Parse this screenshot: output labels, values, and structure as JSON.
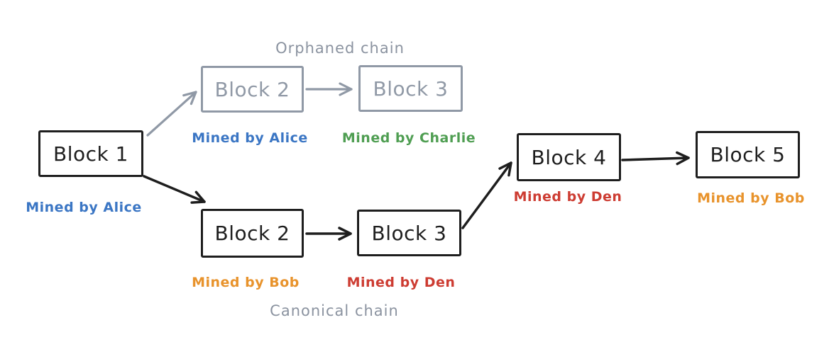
{
  "diagram": {
    "type": "blockchain-fork-diagram",
    "chains": {
      "orphaned_label": "Orphaned chain",
      "canonical_label": "Canonical chain"
    },
    "blocks": [
      {
        "id": "block-1",
        "label": "Block 1",
        "chain": "shared",
        "variant": "black",
        "miner": {
          "text": "Mined by Alice",
          "color": "#3b76c4",
          "color_name": "blue"
        }
      },
      {
        "id": "orphan-block-2",
        "label": "Block 2",
        "chain": "orphaned",
        "variant": "gray",
        "miner": {
          "text": "Mined by Alice",
          "color": "#3b76c4",
          "color_name": "blue"
        }
      },
      {
        "id": "orphan-block-3",
        "label": "Block 3",
        "chain": "orphaned",
        "variant": "gray",
        "miner": {
          "text": "Mined by Charlie",
          "color": "#4f9e52",
          "color_name": "green"
        }
      },
      {
        "id": "canonical-block-2",
        "label": "Block 2",
        "chain": "canonical",
        "variant": "black",
        "miner": {
          "text": "Mined by Bob",
          "color": "#e8932c",
          "color_name": "orange"
        }
      },
      {
        "id": "canonical-block-3",
        "label": "Block 3",
        "chain": "canonical",
        "variant": "black",
        "miner": {
          "text": "Mined by Den",
          "color": "#cd3c32",
          "color_name": "red"
        }
      },
      {
        "id": "block-4",
        "label": "Block 4",
        "chain": "canonical",
        "variant": "black",
        "miner": {
          "text": "Mined by Den",
          "color": "#cd3c32",
          "color_name": "red"
        }
      },
      {
        "id": "block-5",
        "label": "Block 5",
        "chain": "canonical",
        "variant": "black",
        "miner": {
          "text": "Mined by Bob",
          "color": "#e8932c",
          "color_name": "orange"
        }
      }
    ],
    "edges": [
      {
        "from": "block-1",
        "to": "orphan-block-2",
        "color": "#9099a6"
      },
      {
        "from": "orphan-block-2",
        "to": "orphan-block-3",
        "color": "#9099a6"
      },
      {
        "from": "block-1",
        "to": "canonical-block-2",
        "color": "#1e1e1e"
      },
      {
        "from": "canonical-block-2",
        "to": "canonical-block-3",
        "color": "#1e1e1e"
      },
      {
        "from": "canonical-block-3",
        "to": "block-4",
        "color": "#1e1e1e"
      },
      {
        "from": "block-4",
        "to": "block-5",
        "color": "#1e1e1e"
      }
    ],
    "colors": {
      "black": "#1e1e1e",
      "gray": "#9099a6",
      "gray_text": "#8b93a0",
      "blue": "#3b76c4",
      "green": "#4f9e52",
      "orange": "#e8932c",
      "red": "#cd3c32",
      "background": "#ffffff"
    }
  }
}
